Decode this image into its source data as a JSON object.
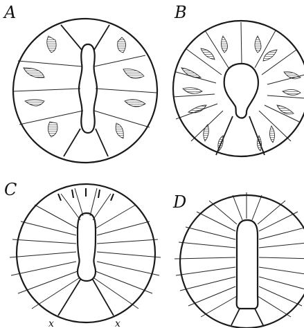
{
  "figure": {
    "labels": {
      "a": "A",
      "b": "B",
      "c": "C",
      "d": "D"
    },
    "sublabels": {
      "x_left": "x",
      "x_right": "x"
    }
  }
}
